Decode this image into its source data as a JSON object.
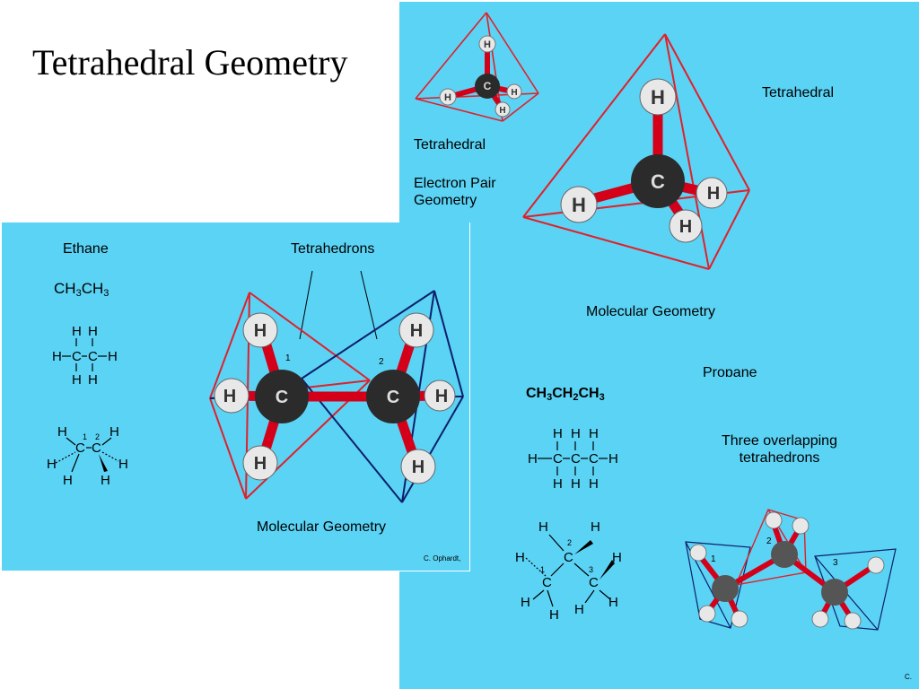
{
  "slide": {
    "title": "Tetrahedral Geometry"
  },
  "main_panel": {
    "small_label": "Tetrahedral",
    "electron_pair": "Electron Pair\nGeometry",
    "large_label": "Tetrahedral",
    "molecular_geometry": "Molecular Geometry",
    "propane_label": "Propane",
    "propane_formula_parts": [
      "CH",
      "3",
      "CH",
      "2",
      "CH",
      "3"
    ],
    "three_overlapping": "Three overlapping\ntetrahedrons",
    "credit_corner": "C."
  },
  "ethane_panel": {
    "ethane_label": "Ethane",
    "formula_parts": [
      "CH",
      "3",
      "CH",
      "3"
    ],
    "tetrahedrons_label": "Tetrahedrons",
    "molecular_geometry": "Molecular Geometry",
    "credit": "C. Ophardt,"
  },
  "colors": {
    "panel_bg": "#5bd3f5",
    "bond_red": "#d4001a",
    "edge_red": "#e0202a",
    "edge_navy": "#0c1f6b",
    "carbon": "#2b2b2b",
    "hydrogen": "#e8e8e8"
  }
}
